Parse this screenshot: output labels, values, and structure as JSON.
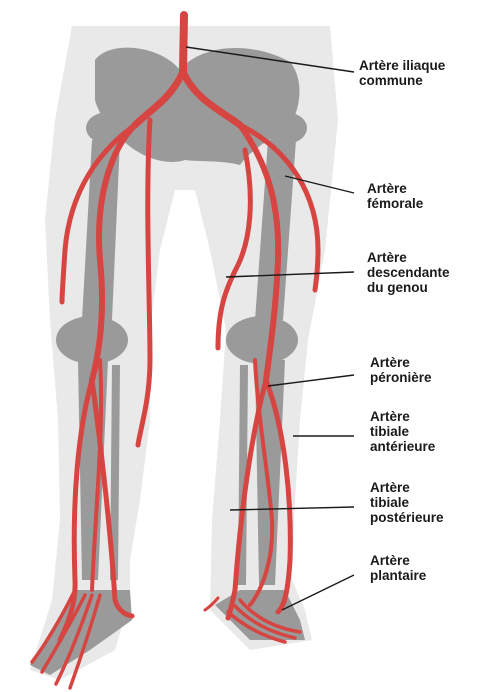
{
  "labels": {
    "iliaque": [
      "Artère iliaque",
      "commune"
    ],
    "femorale": [
      "Artère",
      "fémorale"
    ],
    "descendante": [
      "Artère",
      "descendante",
      "du genou"
    ],
    "peroniere": [
      "Artère",
      "péronière"
    ],
    "tibiale_ant": [
      "Artère",
      "tibiale",
      "antérieure"
    ],
    "tibiale_post": [
      "Artère",
      "tibiale",
      "postérieure"
    ],
    "plantaire": [
      "Artère",
      "plantaire"
    ]
  },
  "colors": {
    "artery": "#d64541",
    "bone": "#9a9a9a",
    "silhouette": "#e9e9e9",
    "text": "#1a1a1a"
  }
}
